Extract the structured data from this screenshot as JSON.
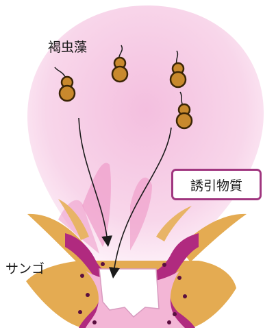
{
  "labels": {
    "algae": "褐虫藻",
    "coral": "サンゴ",
    "inducer": "誘引物質"
  },
  "colors": {
    "cloud": "#f6c9e4",
    "cloud_edge": "#fdf0f8",
    "coral_tan": "#e4ab52",
    "coral_magenta": "#b02a7f",
    "coral_pink": "#f3b6d6",
    "algae_fill": "#c8892d",
    "algae_outline": "#3b2506",
    "box_border": "#a0367f"
  },
  "icons": {
    "algae_cell": "zooxanthella-icon",
    "arrow": "arrow-down-icon"
  }
}
